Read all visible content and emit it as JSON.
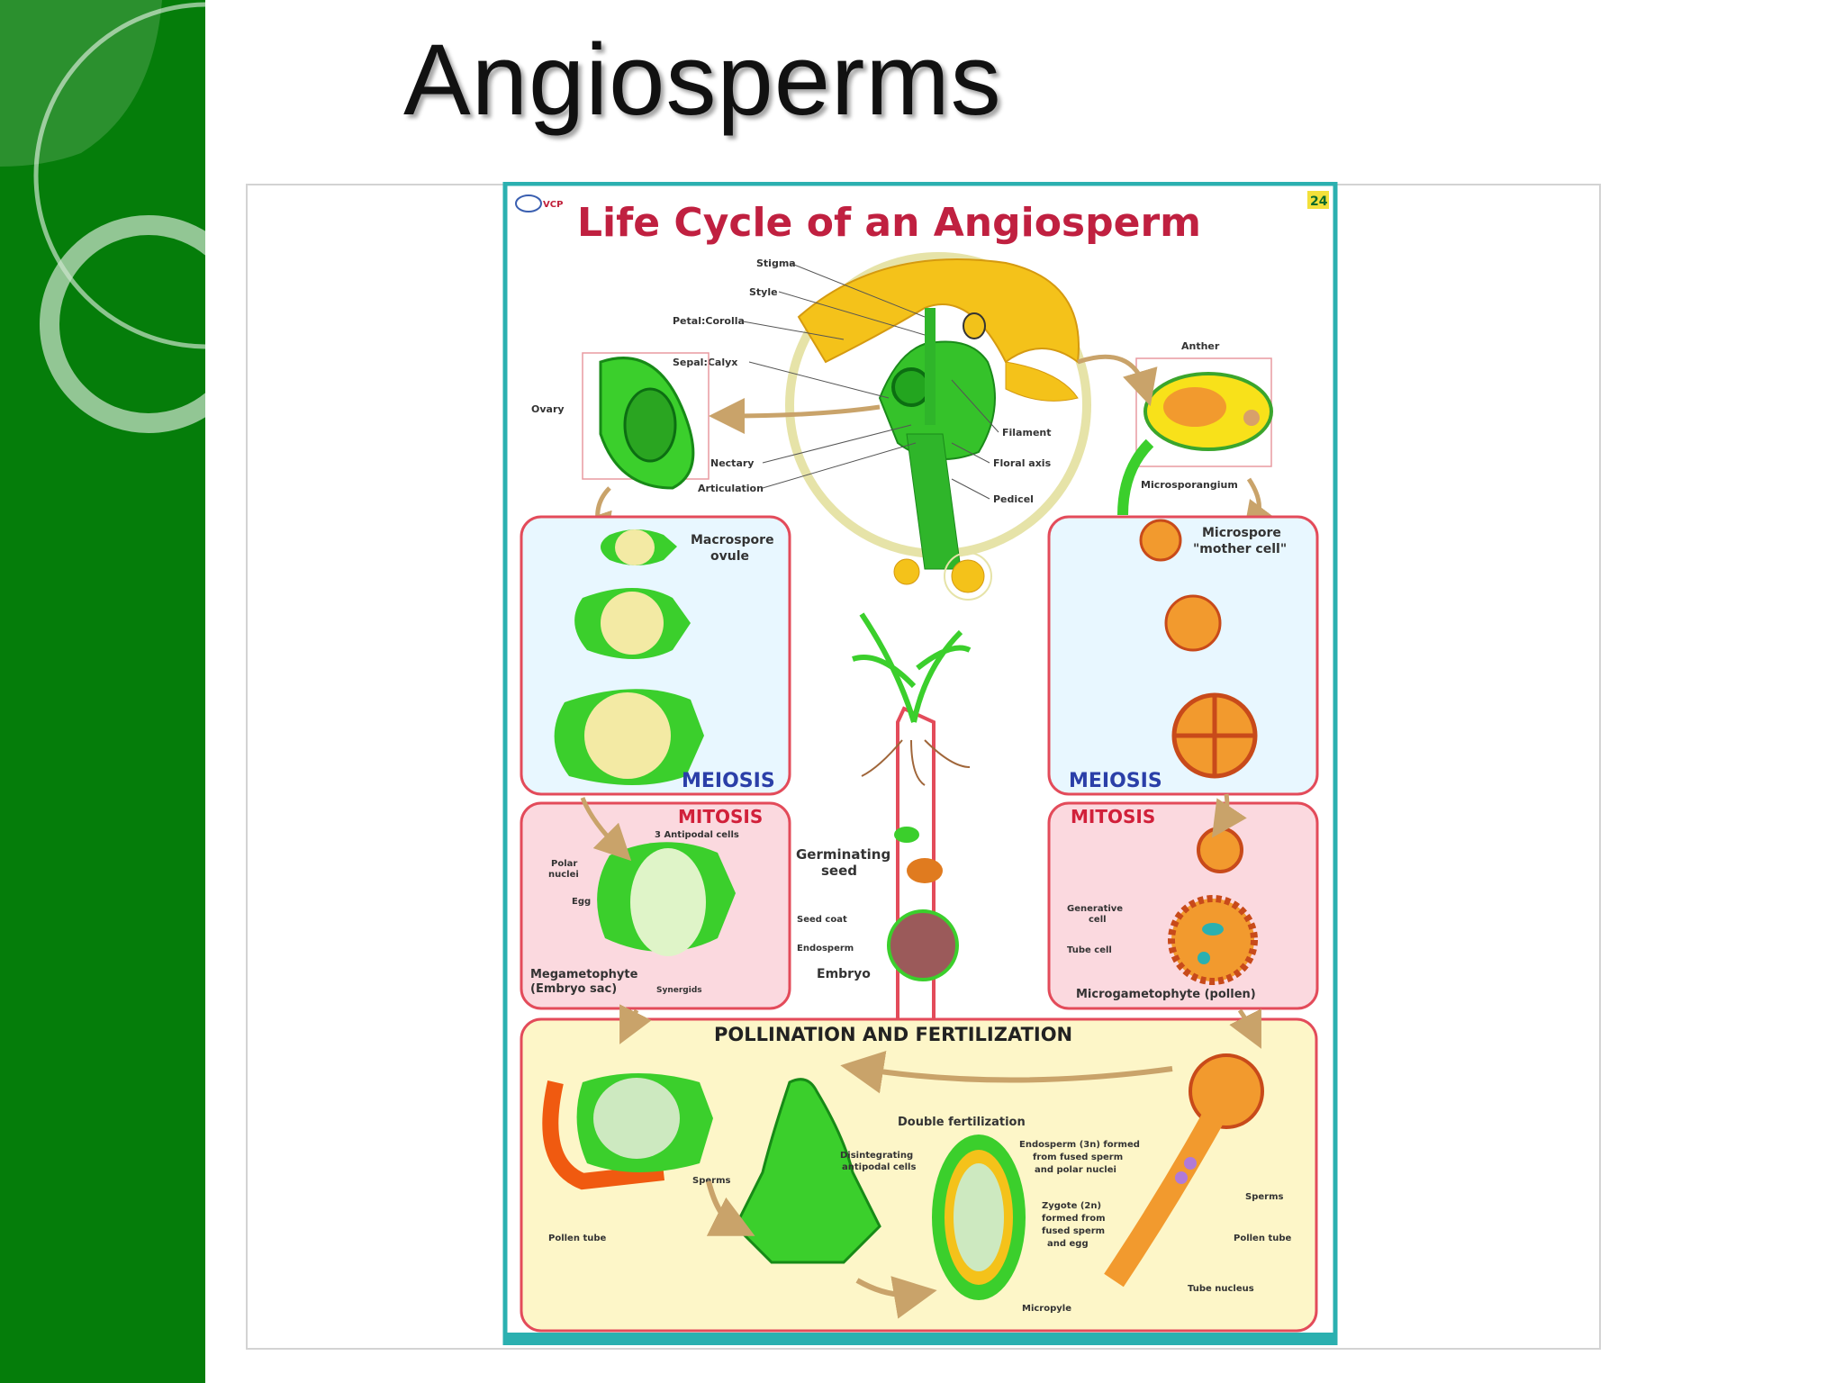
{
  "slide": {
    "title": "Angiosperms",
    "accent_color": "#057d0a"
  },
  "poster": {
    "title": "Life Cycle of an Angiosperm",
    "badge": "24",
    "logo": "VCP",
    "flower_labels": {
      "stigma": "Stigma",
      "style": "Style",
      "petal": "Petal:Corolla",
      "sepal": "Sepal:Calyx",
      "ovary": "Ovary",
      "nectary": "Nectary",
      "articulation": "Articulation",
      "filament": "Filament",
      "floral_axis": "Floral axis",
      "pedicel": "Pedicel",
      "anther": "Anther",
      "microsporangium": "Microsporangium"
    },
    "left_meiosis": {
      "label1": "Macrospore",
      "label2": "ovule",
      "stage": "MEIOSIS"
    },
    "right_meiosis": {
      "label1": "Microspore",
      "label2": "\"mother cell\"",
      "stage": "MEIOSIS"
    },
    "left_mitosis": {
      "stage": "MITOSIS",
      "antipodal": "3 Antipodal cells",
      "polar1": "Polar",
      "polar2": "nuclei",
      "egg": "Egg",
      "mega1": "Megametophyte",
      "mega2": "(Embryo sac)",
      "synergids": "Synergids"
    },
    "right_mitosis": {
      "stage": "MITOSIS",
      "gen1": "Generative",
      "gen2": "cell",
      "tube": "Tube cell",
      "micro": "Microgametophyte (pollen)"
    },
    "center": {
      "germ1": "Germinating",
      "germ2": "seed",
      "seed_coat": "Seed coat",
      "endosperm": "Endosperm",
      "embryo": "Embryo"
    },
    "pollination": {
      "heading": "POLLINATION AND FERTILIZATION",
      "double": "Double fertilization",
      "dis1": "Disintegrating",
      "dis2": "antipodal cells",
      "endo1": "Endosperm (3n) formed",
      "endo2": "from fused sperm",
      "endo3": "and polar nuclei",
      "zyg1": "Zygote (2n)",
      "zyg2": "formed from",
      "zyg3": "fused sperm",
      "zyg4": "and egg",
      "sperms_left": "Sperms",
      "pollen_tube_left": "Pollen tube",
      "sperms_right": "Sperms",
      "pollen_tube_right": "Pollen tube",
      "tube_nucleus": "Tube nucleus",
      "micropyle": "Micropyle"
    }
  }
}
